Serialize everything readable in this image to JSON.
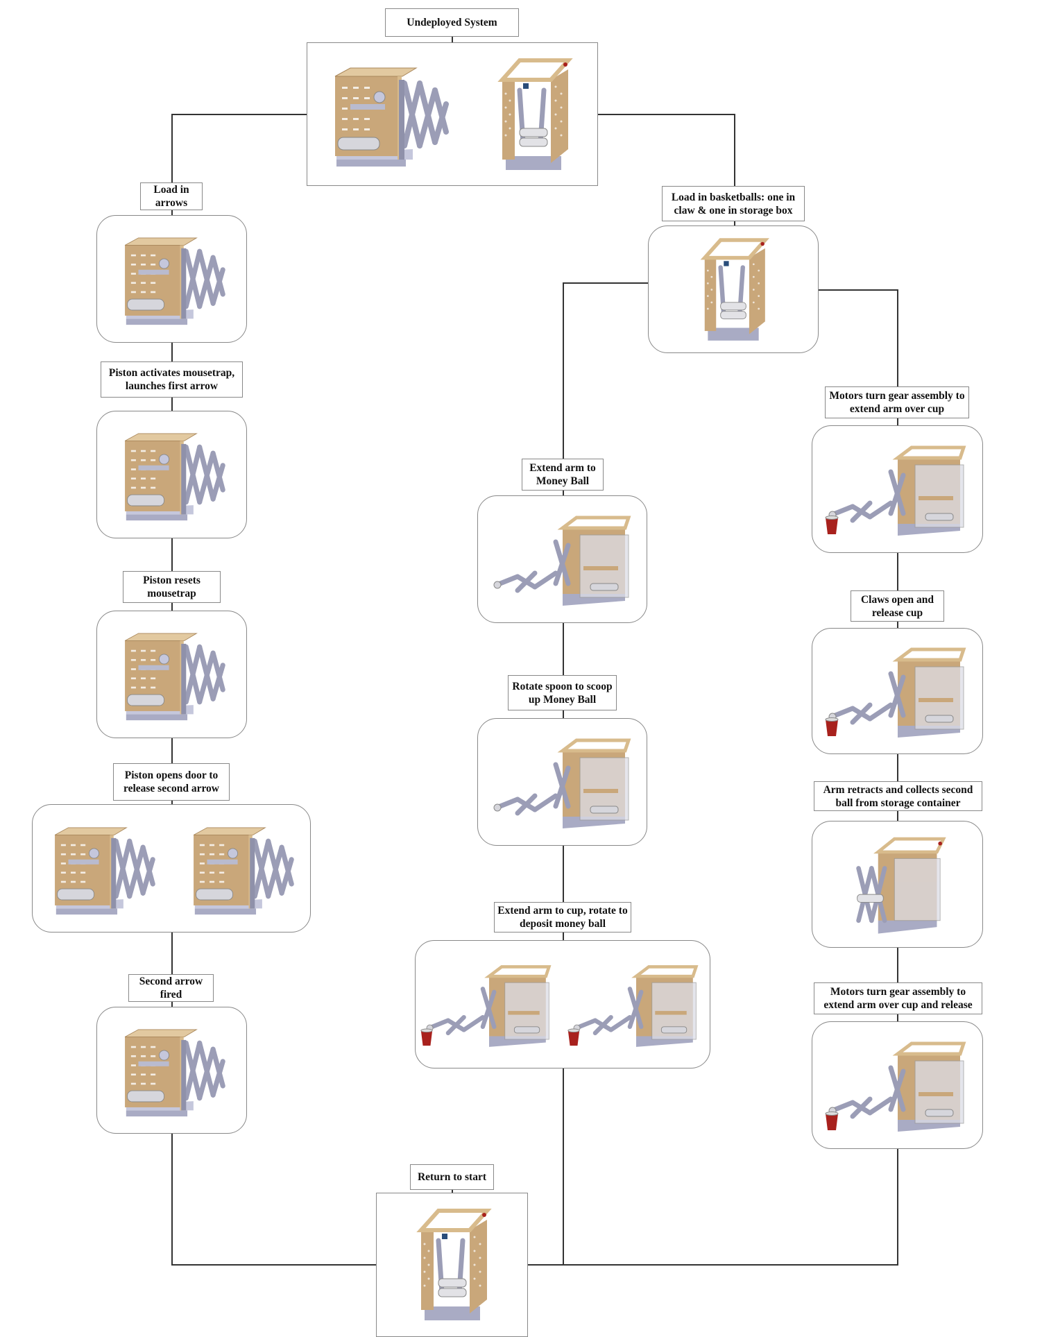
{
  "title": "Undeployed System",
  "flow": {
    "start": {
      "label": "Undeployed System",
      "images": [
        "robot-side-view",
        "robot-front-view"
      ]
    },
    "left_branch": [
      {
        "label": "Load in arrows",
        "images": [
          "robot-scissor-arm"
        ]
      },
      {
        "label": "Piston activates mousetrap, launches first arrow",
        "images": [
          "robot-scissor-arm"
        ]
      },
      {
        "label": "Piston resets mousetrap",
        "images": [
          "robot-scissor-arm"
        ]
      },
      {
        "label": "Piston opens door to release second arrow",
        "images": [
          "robot-scissor-arm",
          "robot-scissor-arm"
        ]
      },
      {
        "label": "Second arrow fired",
        "images": [
          "robot-scissor-arm"
        ]
      }
    ],
    "right_root": {
      "label": "Load in basketballs: one in claw & one in storage box",
      "images": [
        "robot-front-view"
      ]
    },
    "middle_branch": [
      {
        "label": "Extend arm to Money Ball",
        "images": [
          "robot-extended-arm"
        ]
      },
      {
        "label": "Rotate spoon to scoop up Money Ball",
        "images": [
          "robot-extended-arm"
        ]
      },
      {
        "label": "Extend arm to cup, rotate to deposit money ball",
        "images": [
          "robot-extended-arm-cup",
          "robot-extended-arm-cup"
        ]
      }
    ],
    "right_branch": [
      {
        "label": "Motors turn gear assembly to extend arm over cup",
        "images": [
          "robot-extended-arm-cup"
        ]
      },
      {
        "label": "Claws open and release cup",
        "images": [
          "robot-extended-arm-cup"
        ]
      },
      {
        "label": "Arm retracts and collects second ball from storage container",
        "images": [
          "robot-retracted"
        ]
      },
      {
        "label": "Motors turn gear assembly to extend arm over cup and release",
        "images": [
          "robot-extended-arm-cup"
        ]
      }
    ],
    "end": {
      "label": "Return to start",
      "images": [
        "robot-front-view"
      ]
    }
  },
  "colors": {
    "wood": "#c9a77a",
    "metal": "#a9abc4",
    "cup": "#a8211d",
    "line": "#333333",
    "accent_blue": "#4f86c6"
  }
}
